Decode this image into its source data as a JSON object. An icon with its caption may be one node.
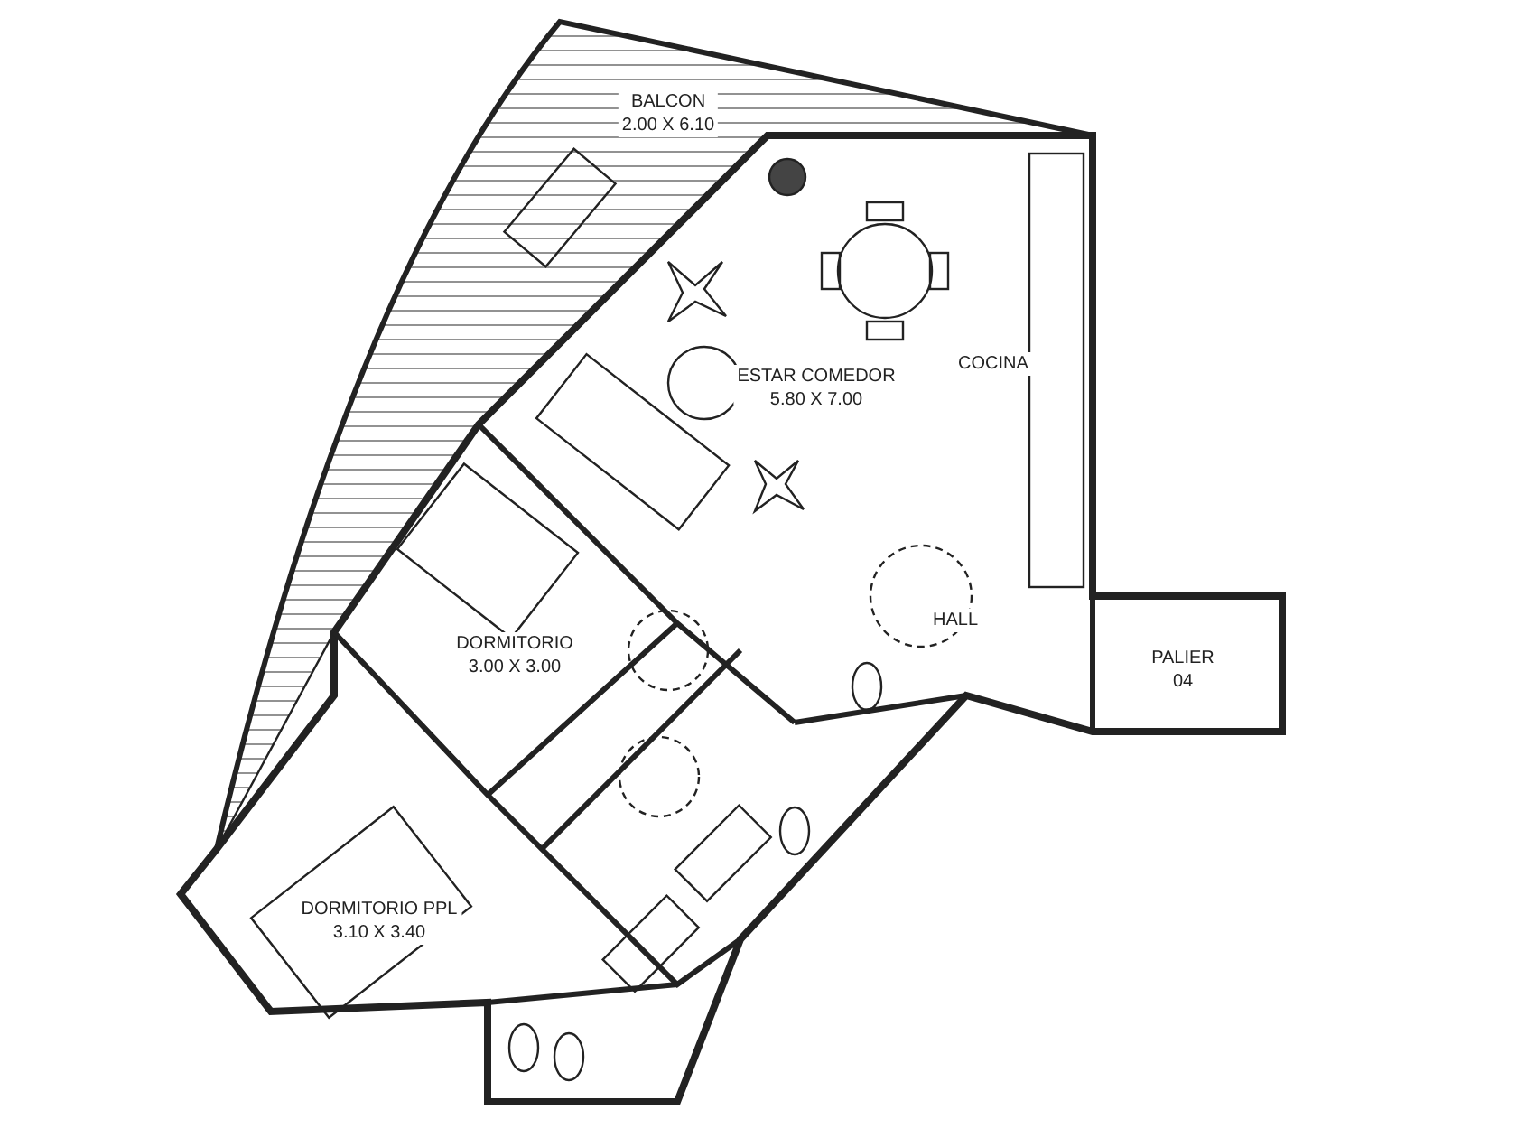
{
  "diagram": {
    "nodes": [
      {
        "text": [
          "BALCON",
          "2.00 X 6.10"
        ]
      },
      {
        "text": [
          "ESTAR COMEDOR",
          "5.80 X 7.00"
        ]
      },
      {
        "text": [
          "COCINA"
        ]
      },
      {
        "text": [
          "HALL"
        ]
      },
      {
        "text": [
          "PALIER",
          "04"
        ]
      },
      {
        "text": [
          "DORMITORIO",
          "3.00 X 3.00"
        ]
      },
      {
        "text": [
          "DORMITORIO PPL",
          "3.10 X 3.40"
        ]
      }
    ],
    "edges": []
  }
}
